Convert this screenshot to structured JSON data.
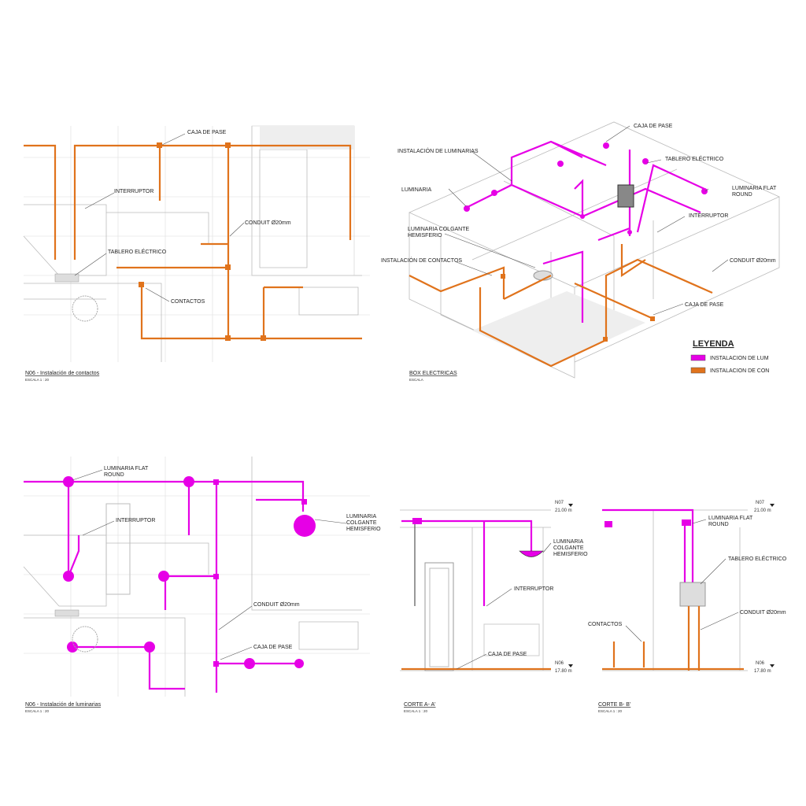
{
  "colors": {
    "lighting": "#e600e6",
    "contacts": "#e0731c"
  },
  "panel_contacts": {
    "title": "N06 - Instalación de contactos",
    "scale": "ESCALA  1 : 20",
    "labels": {
      "caja": "CAJA DE PASE",
      "interruptor": "INTERRUPTOR",
      "tablero": "TABLERO ELÉCTRICO",
      "conduit": "CONDUIT Ø20mm",
      "contactos": "CONTACTOS"
    }
  },
  "panel_iso": {
    "title": "BOX ELECTRICAS",
    "scale": "ESCALA",
    "labels": {
      "caja1": "CAJA DE PASE",
      "inst_lum": "INSTALACIÓN DE LUMINARIAS",
      "tablero": "TABLERO ELÉCTRICO",
      "luminaria": "LUMINARIA",
      "lum_flat_1": "LUMINARIA FLAT",
      "lum_flat_2": "ROUND",
      "interruptor": "INTERRUPTOR",
      "colgante_1": "LUMINARIA COLGANTE",
      "colgante_2": "HEMISFERIO",
      "inst_cont": "INSTALACIÓN DE CONTACTOS",
      "conduit": "CONDUIT Ø20mm",
      "caja2": "CAJA DE PASE"
    },
    "legend": {
      "title": "LEYENDA",
      "items": [
        {
          "label": "INSTALACION DE LUM",
          "color": "#e600e6"
        },
        {
          "label": "INSTALACION DE CON",
          "color": "#e0731c"
        }
      ]
    }
  },
  "panel_lum": {
    "title": "N06 - Instalación de luminarias",
    "scale": "ESCALA  1 : 20",
    "labels": {
      "flat_1": "LUMINARIA FLAT",
      "flat_2": "ROUND",
      "interruptor": "INTERRUPTOR",
      "colg_1": "LUMINARIA",
      "colg_2": "COLGANTE",
      "colg_3": "HEMISFERIO",
      "conduit": "CONDUIT Ø20mm",
      "caja": "CAJA DE PASE"
    }
  },
  "section_a": {
    "title": "CORTE A- A'",
    "scale": "ESCALA  1 : 20",
    "levels": [
      {
        "name": "N07",
        "value": "21.00 m"
      },
      {
        "name": "N06",
        "value": "17.80 m"
      }
    ],
    "labels": {
      "colg_1": "LUMINARIA",
      "colg_2": "COLGANTE",
      "colg_3": "HEMISFERIO",
      "interruptor": "INTERRUPTOR",
      "caja": "CAJA DE PASE"
    }
  },
  "section_b": {
    "title": "CORTE B- B'",
    "scale": "ESCALA  1 : 20",
    "levels": [
      {
        "name": "N07",
        "value": "21.00 m"
      },
      {
        "name": "N06",
        "value": "17.80 m"
      }
    ],
    "labels": {
      "flat_1": "LUMINARIA FLAT",
      "flat_2": "ROUND",
      "tablero": "TABLERO ELÉCTRICO",
      "contactos": "CONTACTOS",
      "conduit": "CONDUIT Ø20mm"
    }
  }
}
